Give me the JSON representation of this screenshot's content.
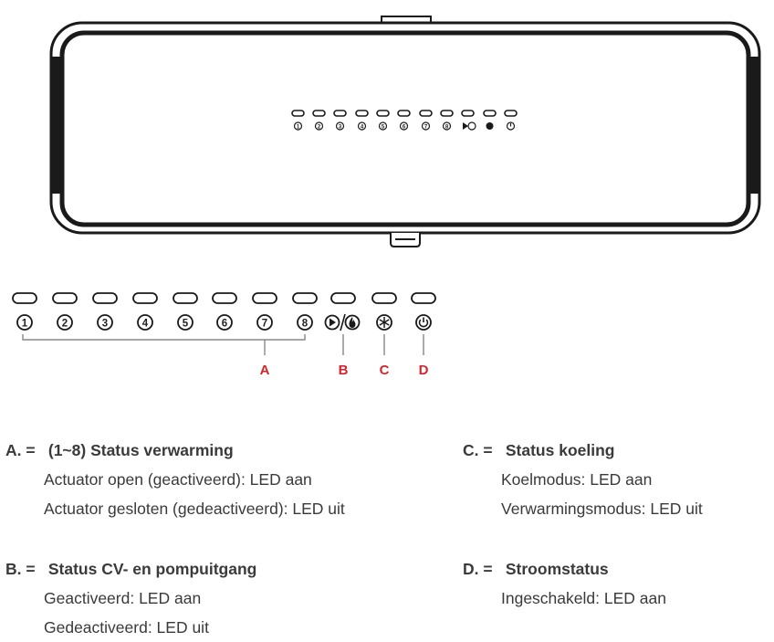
{
  "device_leds": [
    "1",
    "2",
    "3",
    "4",
    "5",
    "6",
    "7",
    "8"
  ],
  "callouts": {
    "a": "A",
    "b": "B",
    "c": "C",
    "d": "D"
  },
  "legend": {
    "a": {
      "key": "A.",
      "eq": "=",
      "title": "(1~8) Status verwarming",
      "lines": [
        "Actuator open (geactiveerd): LED aan",
        "Actuator gesloten (gedeactiveerd): LED uit"
      ]
    },
    "b": {
      "key": "B.",
      "eq": "=",
      "title": "Status CV- en pompuitgang",
      "lines": [
        "Geactiveerd: LED aan",
        "Gedeactiveerd: LED uit"
      ]
    },
    "c": {
      "key": "C.",
      "eq": "=",
      "title": "Status koeling",
      "lines": [
        "Koelmodus: LED aan",
        "Verwarmingsmodus: LED uit"
      ]
    },
    "d": {
      "key": "D.",
      "eq": "=",
      "title": "Stroomstatus",
      "lines": [
        "Ingeschakeld: LED aan"
      ]
    }
  },
  "colors": {
    "callout_red": "#d0262e",
    "line": "#1a1a1a",
    "text": "#3a3a3a"
  },
  "icons": [
    "play-flame-icon",
    "snowflake-icon",
    "power-icon"
  ]
}
